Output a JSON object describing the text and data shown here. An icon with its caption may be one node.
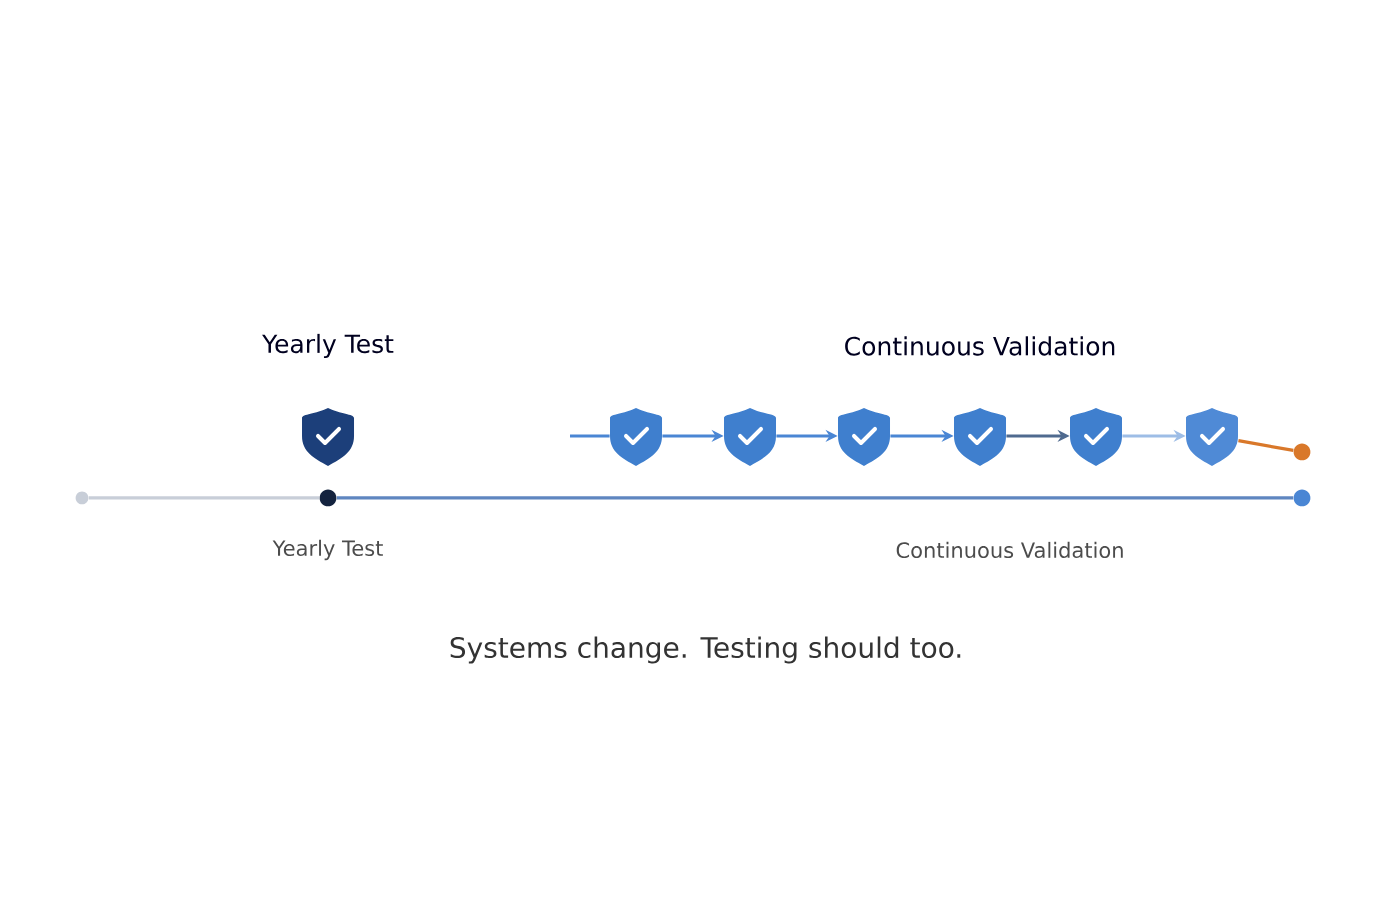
{
  "diagram": {
    "caption": "Systems change. Testing should too.",
    "nodes": [
      {
        "text": [],
        "shape": "shield"
      },
      {
        "text": [],
        "shape": "shield"
      },
      {
        "text": [],
        "shape": "shield"
      },
      {
        "text": [],
        "shape": "shield"
      },
      {
        "text": [],
        "shape": "shield"
      },
      {
        "text": [],
        "shape": "shield"
      },
      {
        "text": [],
        "shape": "shield"
      },
      {
        "text": [],
        "shape": "circle"
      },
      {
        "text": [],
        "shape": "circle"
      },
      {
        "text": [],
        "shape": "circle"
      },
      {
        "text": [],
        "shape": "circle"
      }
    ],
    "edges": [
      {
        "from": null,
        "to": 1,
        "arrow": "none"
      },
      {
        "from": 1,
        "to": 2,
        "arrow": "to"
      },
      {
        "from": 2,
        "to": 3,
        "arrow": "to"
      },
      {
        "from": 3,
        "to": 4,
        "arrow": "to"
      },
      {
        "from": 4,
        "to": 5,
        "arrow": "to",
        "color": "#4f6a8f"
      },
      {
        "from": 5,
        "to": 6,
        "arrow": "to",
        "color": "#9dbde6"
      },
      {
        "from": 6,
        "to": 7,
        "arrow": "none",
        "color": "#d9782a"
      },
      {
        "from": 8,
        "to": 9,
        "arrow": "none",
        "color": "#c8ced8"
      },
      {
        "from": 9,
        "to": 10,
        "arrow": "none",
        "color": "#5f86c0"
      }
    ],
    "labels": [
      "Yearly Test",
      "Continuous Validation",
      "Yearly Test",
      "Continuous Validation"
    ]
  }
}
